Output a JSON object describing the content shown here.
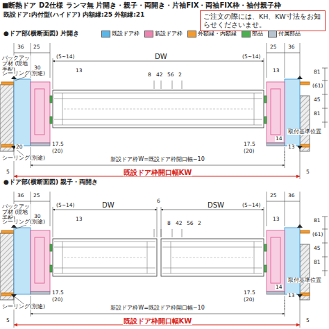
{
  "diagram": {
    "title": "■断熱ドア D2仕様 ランマ無 片開き・親子・両開き・片袖FIX・両袖FIX枠・袖付親子枠",
    "nodes": [
      {
        "text": [
          "ご注文の際には、KH、KW寸法をお知らせくださいませ。"
        ]
      }
    ],
    "labels": [
      "既設ドア:内付型(ハイドア) 内額縁:25 外額縁:21",
      "●ドア部(横断面図) 片開き",
      "バックアップ材 (現地手配)",
      "シーリング(別途)",
      "36",
      "25",
      "(5~14)",
      "DW",
      "(5~14)",
      "25",
      "36",
      "30",
      "13",
      "13",
      "8",
      "42",
      "56",
      "2",
      "81",
      "(61)",
      "45",
      "81",
      "取付基準位置",
      "14",
      "13",
      "20",
      "17.5",
      "(20)",
      "5",
      "(20)",
      "17.5",
      "5",
      "新設ドア枠W=既設ドア枠開口幅−10",
      "シーリング(別途)",
      "既設ドア枠開口幅KW",
      "●ドア部(横断面図) 親子・両開き",
      "バックアップ材 (現地手配)",
      "シーリング(別途)",
      "36",
      "25",
      "(5~14)",
      "DW",
      "6",
      "DSW",
      "(5~14)",
      "25",
      "36",
      "30",
      "13",
      "13",
      "8",
      "42",
      "56",
      "2",
      "81",
      "(61)",
      "45",
      "81",
      "取付基準位置",
      "14",
      "13",
      "17.5",
      "(20)",
      "5",
      "(20)",
      "17.5",
      "5",
      "新設ドア枠W=既設ドア枠開口幅−10",
      "シーリング(別途)",
      "既設ドア枠開口幅KW"
    ],
    "legend": [
      {
        "text": "既設ドア枠",
        "color": "#5bb6e8"
      },
      {
        "text": "新設ドア枠",
        "color": "#ee82b0"
      },
      {
        "text": "外額縁・内額縁",
        "color": "#f29b30"
      },
      {
        "text": "部品",
        "color": "#4caf50"
      },
      {
        "text": "付属部品",
        "color": "#b7c4cf"
      }
    ]
  }
}
